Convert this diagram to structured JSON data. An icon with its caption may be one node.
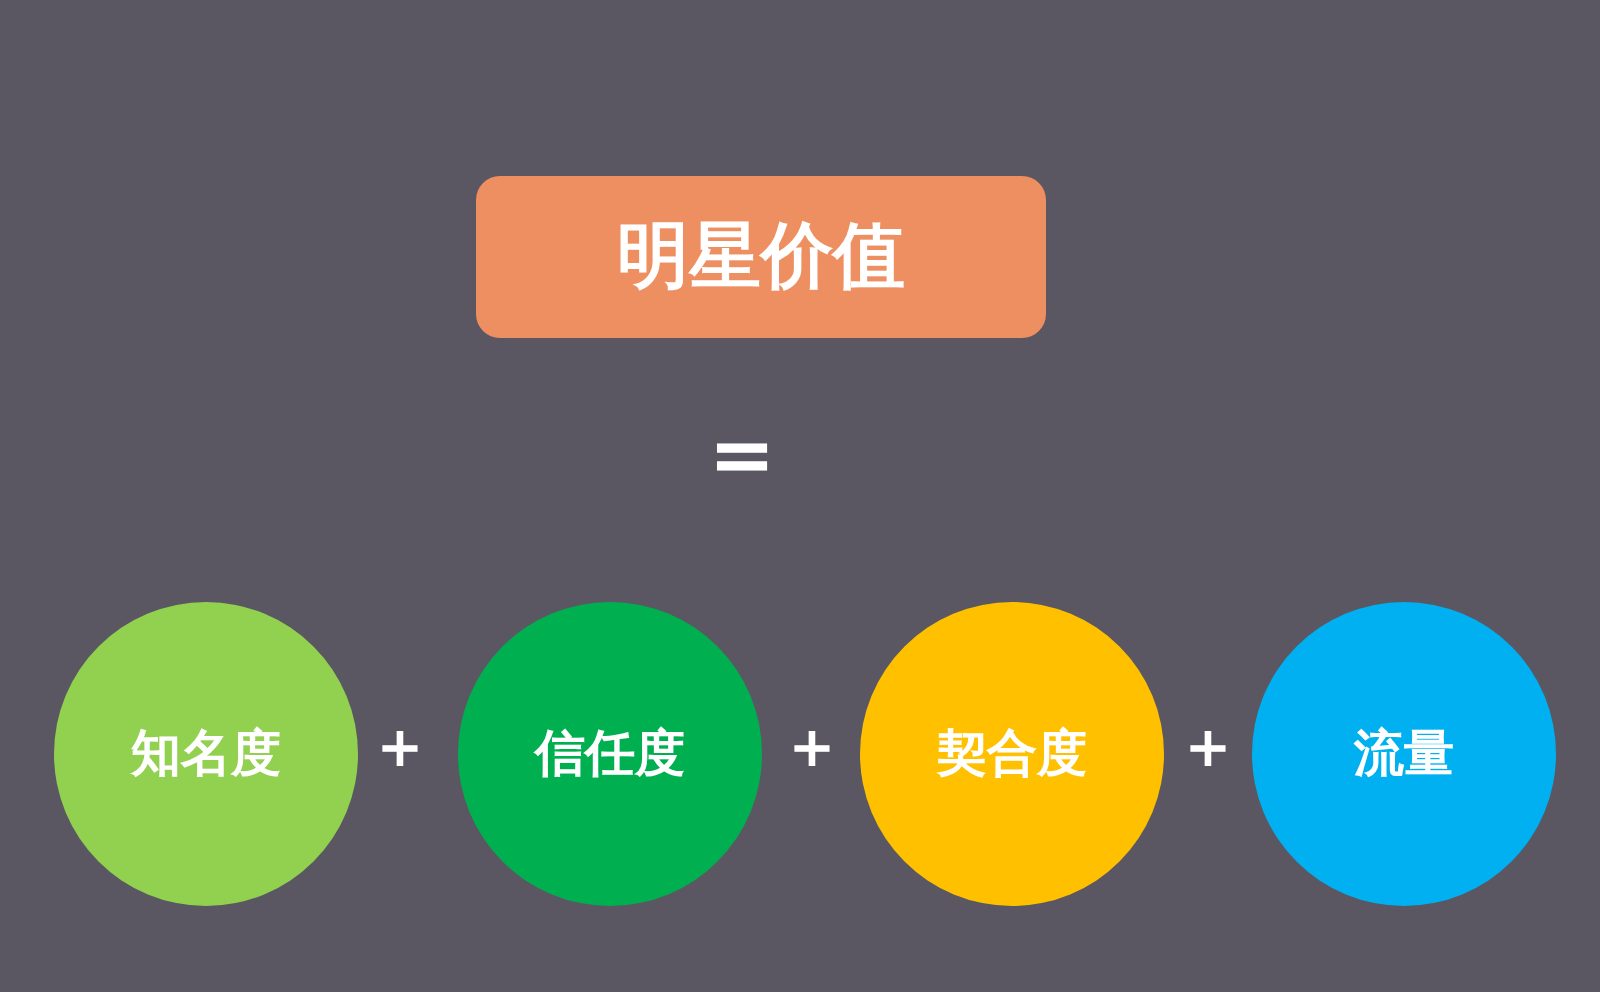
{
  "diagram": {
    "nodes": [
      {
        "text": [
          "明星价值"
        ]
      },
      {
        "text": [
          "知名度"
        ]
      },
      {
        "text": [
          "信任度"
        ]
      },
      {
        "text": [
          "契合度"
        ]
      },
      {
        "text": [
          "流量"
        ]
      }
    ],
    "labels": [
      "=",
      "+",
      "+",
      "+"
    ]
  }
}
